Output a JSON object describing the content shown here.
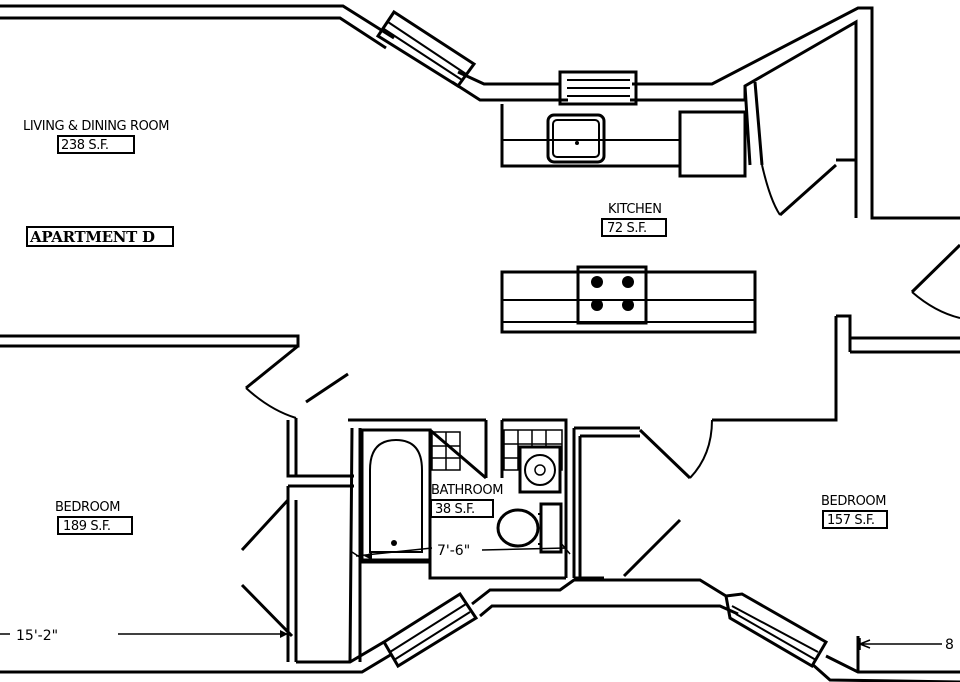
{
  "plan": {
    "apartment_label": "APARTMENT D",
    "rooms": [
      {
        "name": "LIVING & DINING ROOM",
        "area": "238 S.F."
      },
      {
        "name": "KITCHEN",
        "area": "72 S.F."
      },
      {
        "name": "BATHROOM",
        "area": "38 S.F."
      },
      {
        "name": "BEDROOM",
        "area": "189 S.F."
      },
      {
        "name": "BEDROOM",
        "area": "157 S.F."
      }
    ],
    "dimensions": [
      "15'-2\"",
      "7'-6\"",
      "8"
    ]
  }
}
